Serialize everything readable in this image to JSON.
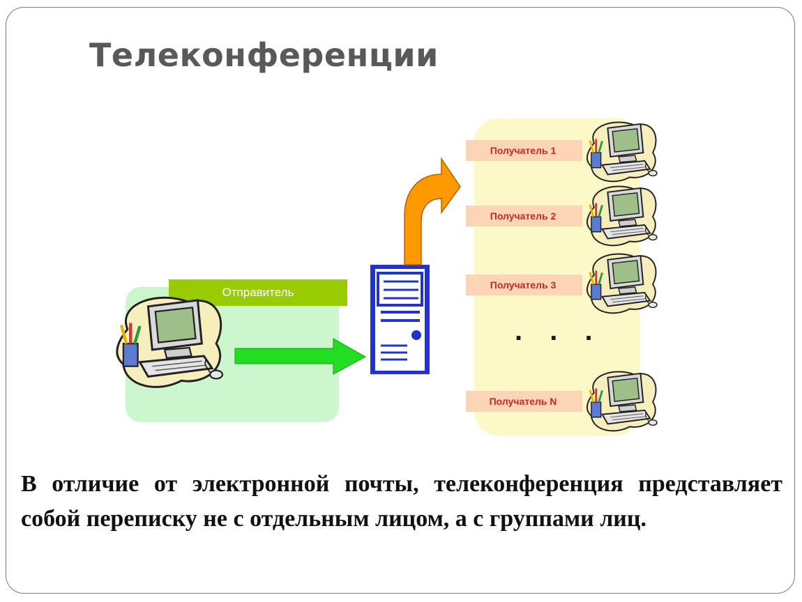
{
  "slide": {
    "title": "Телеконференции",
    "caption": "В отличие от электронной почты, телеконференция представляет собой переписку не с отдельным лицом, а с группами лиц."
  },
  "diagram": {
    "sender": {
      "label": "Отправитель"
    },
    "recipients": [
      {
        "label": "Получатель 1"
      },
      {
        "label": "Получатель 2"
      },
      {
        "label": "Получатель 3"
      },
      {
        "label": "Получатель N"
      }
    ],
    "ellipsis": ". . .",
    "colors": {
      "sender_panel": "#ccf7cc",
      "sender_label_bg": "#99cc00",
      "recipients_panel": "#fdf8c8",
      "recipient_label_bg": "#fbd5b5",
      "recipient_label_text": "#c62828",
      "green_arrow": "#22dd22",
      "orange_arrow": "#ff9900",
      "server": "#2233cc"
    },
    "icons": [
      "computer-icon",
      "server-icon",
      "arrow-right-icon",
      "arrow-up-right-icon"
    ]
  }
}
